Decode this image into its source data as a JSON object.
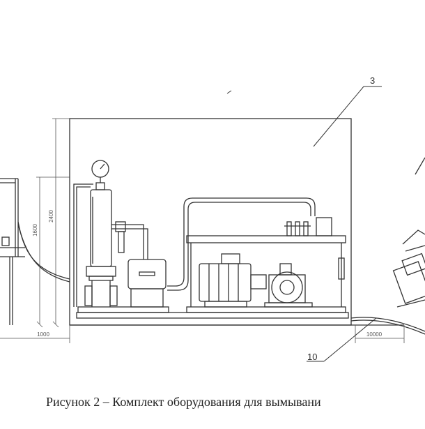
{
  "callouts": {
    "label_top": "3",
    "label_bottom": "10"
  },
  "dimensions": {
    "height_small": "1600",
    "height_large": "2400",
    "width_left": "1000",
    "width_right": "10000"
  },
  "caption": "Рисунок 2 – Комплект оборудования для вымывани"
}
